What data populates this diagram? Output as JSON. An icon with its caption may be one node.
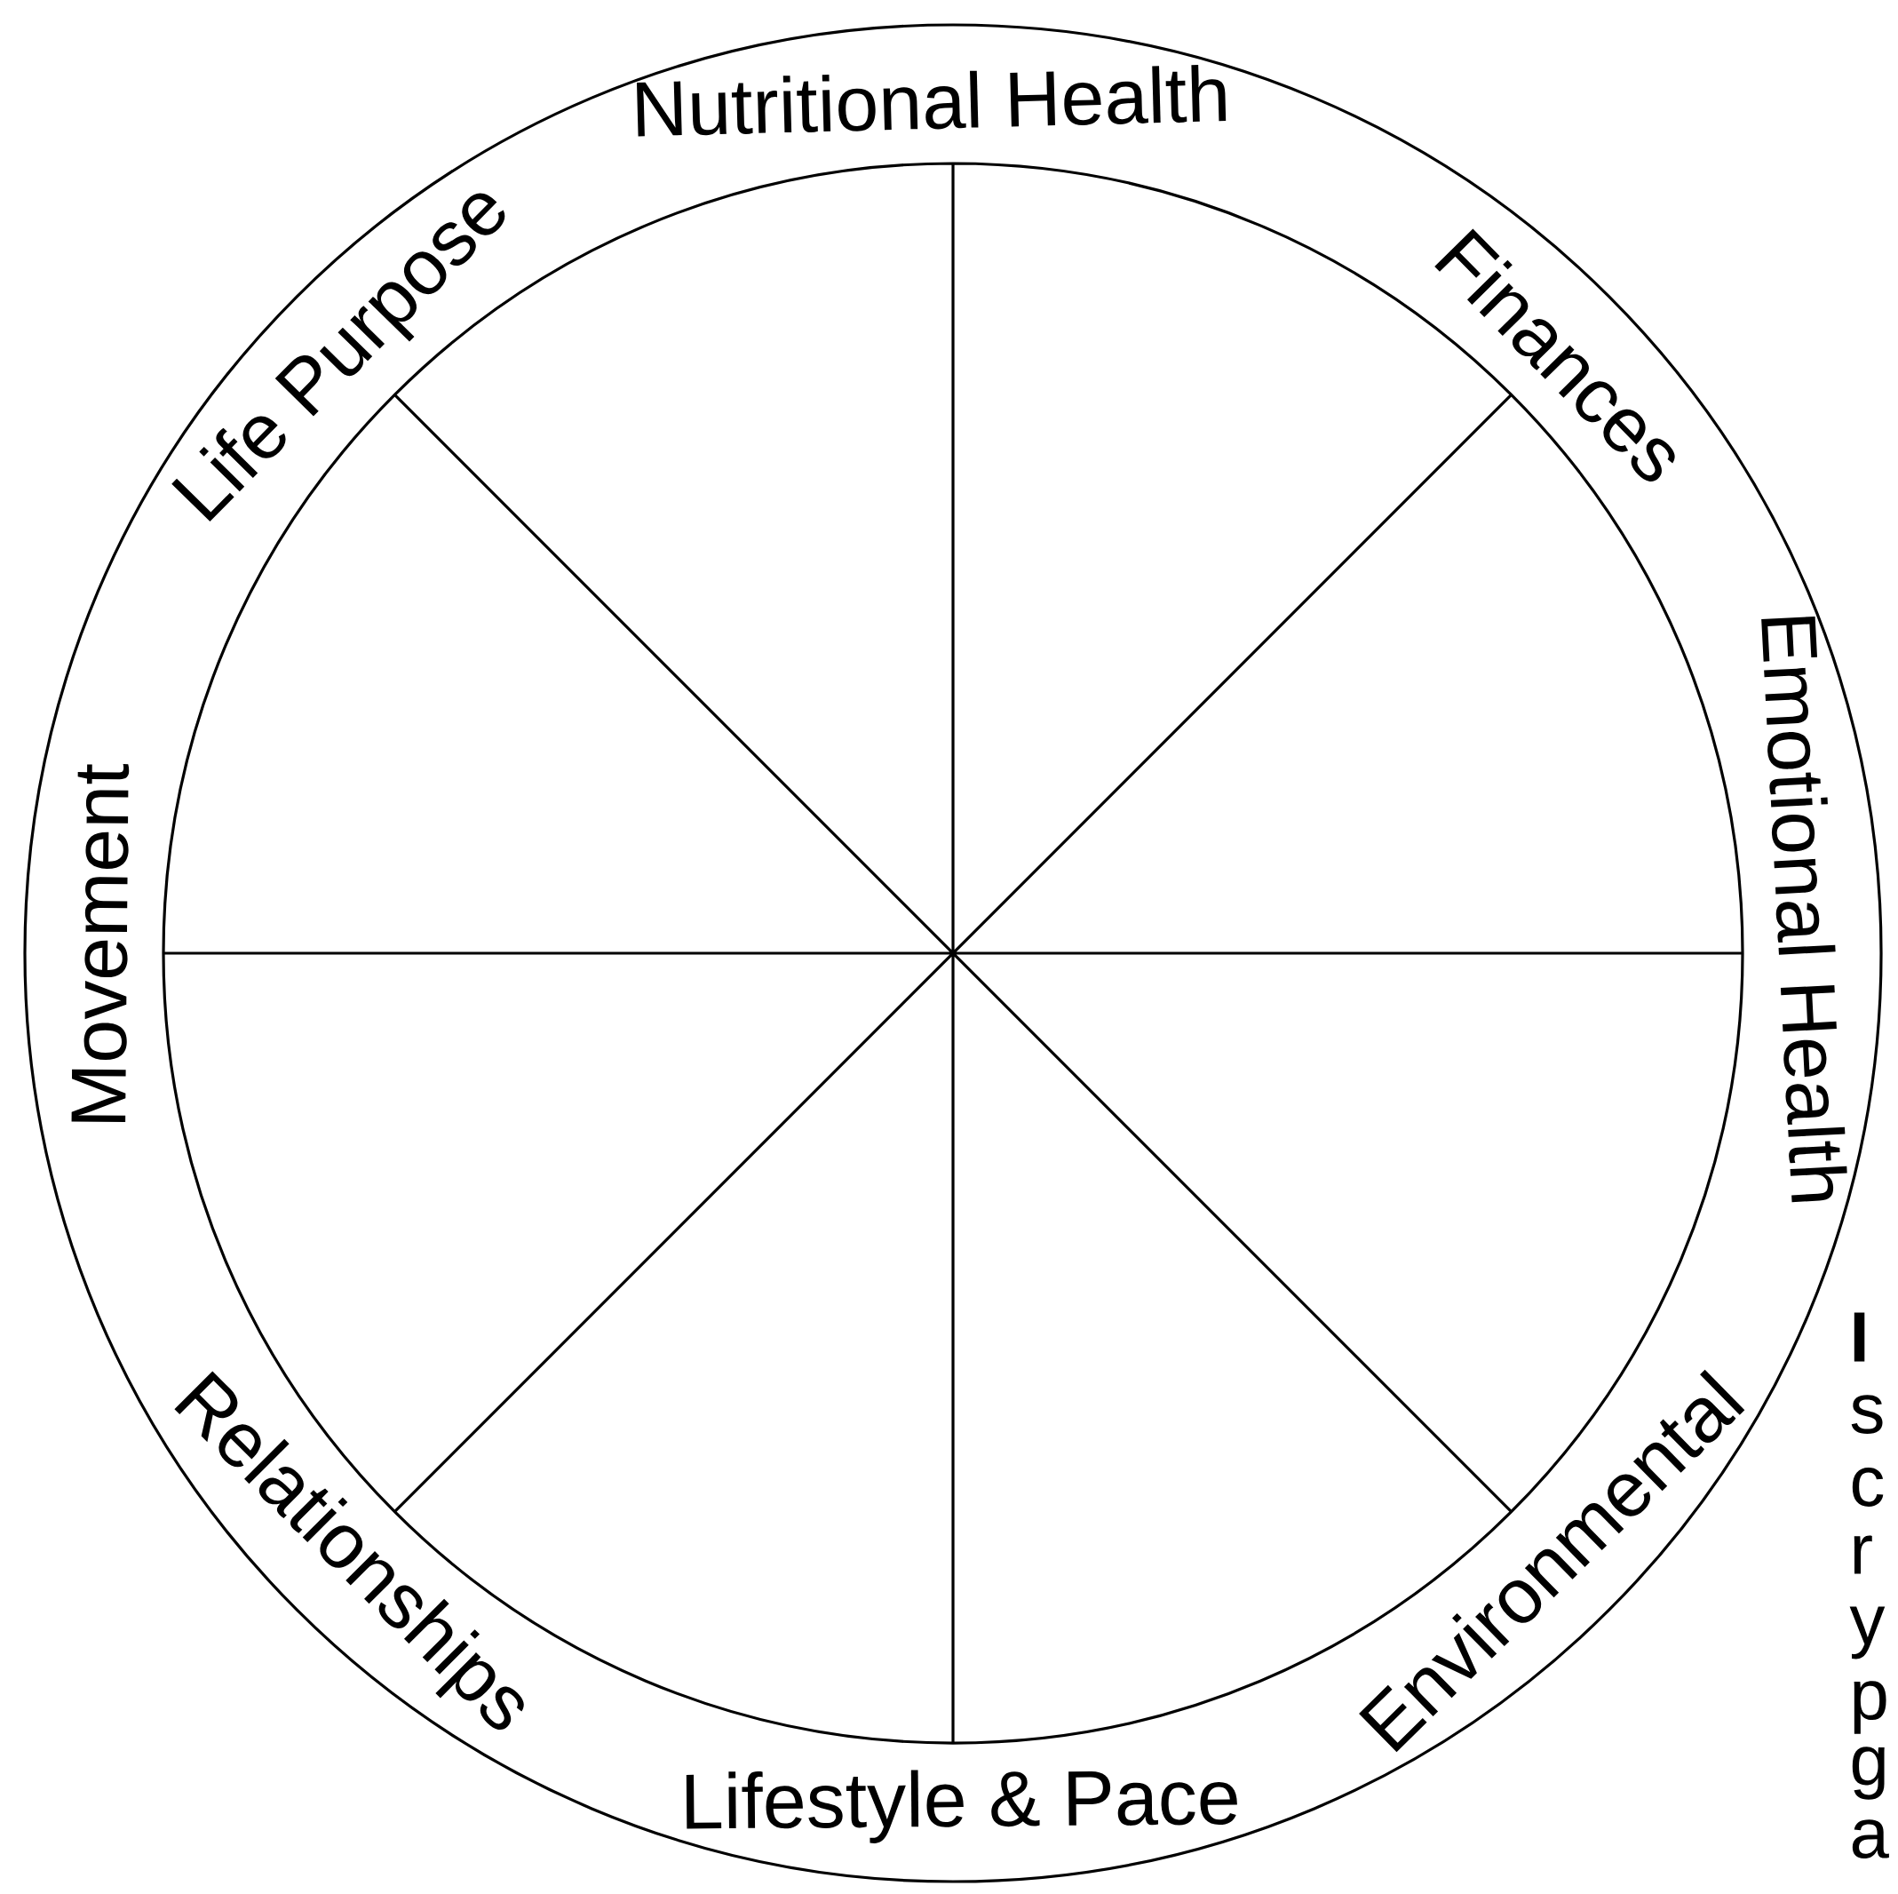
{
  "diagram": {
    "labels": [
      "Nutritional Health",
      "Finances",
      "Emotional Health",
      "Environmental",
      "Lifestyle & Pace",
      "Relationships",
      "Movement",
      "Life Purpose",
      "I",
      "s",
      "c",
      "r",
      "y",
      "p",
      "g",
      "a"
    ]
  }
}
